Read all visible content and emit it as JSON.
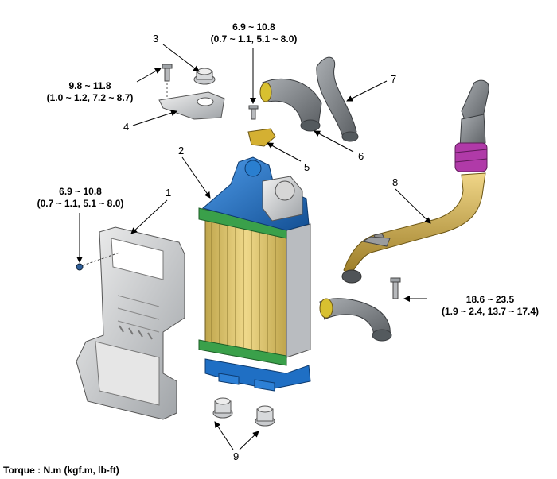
{
  "callouts": [
    "1",
    "2",
    "3",
    "4",
    "5",
    "6",
    "7",
    "8",
    "9"
  ],
  "torques": {
    "t1": {
      "line1": "6.9 ~ 10.8",
      "line2": "(0.7 ~ 1.1, 5.1 ~ 8.0)"
    },
    "t2": {
      "line1": "9.8 ~ 11.8",
      "line2": "(1.0 ~ 1.2, 7.2 ~ 8.7)"
    },
    "t3": {
      "line1": "6.9 ~ 10.8",
      "line2": "(0.7 ~ 1.1, 5.1 ~ 8.0)"
    },
    "t4": {
      "line1": "18.6 ~ 23.5",
      "line2": "(1.9 ~ 2.4, 13.7 ~ 17.4)"
    }
  },
  "legend": "Torque : N.m (kgf.m, lb-ft)",
  "colors": {
    "radiator_core": "#d9c16a",
    "tank_blue": "#1f6fc4",
    "seal_green": "#3aa04a",
    "pipe_gold": "#c9a53d",
    "hose_gray": "#7d8186",
    "clamp_magenta": "#b03aa8",
    "clamp_yellow": "#e0c020"
  }
}
